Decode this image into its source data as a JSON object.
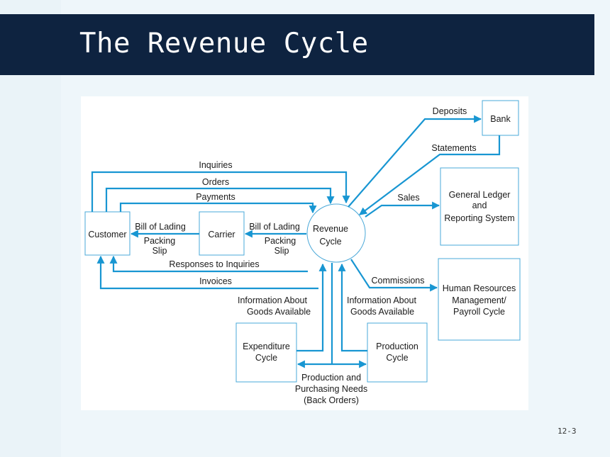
{
  "title": "The Revenue Cycle",
  "page_number": "12-3",
  "colors": {
    "arrow": "#1896d2",
    "box_border": "#4aa8d8",
    "title_bar": "#0e2340"
  },
  "diagram": {
    "nodes": {
      "customer": "Customer",
      "carrier": "Carrier",
      "revenue_line1": "Revenue",
      "revenue_line2": "Cycle",
      "bank": "Bank",
      "gl_line1": "General Ledger",
      "gl_line2": "and",
      "gl_line3": "Reporting System",
      "hr_line1": "Human Resources",
      "hr_line2": "Management/",
      "hr_line3": "Payroll Cycle",
      "expenditure_line1": "Expenditure",
      "expenditure_line2": "Cycle",
      "production_line1": "Production",
      "production_line2": "Cycle"
    },
    "flows": {
      "inquiries": "Inquiries",
      "orders": "Orders",
      "payments": "Payments",
      "bill_of_lading_1": "Bill of Lading",
      "packing_1": "Packing",
      "slip_1": "Slip",
      "bill_of_lading_2": "Bill of Lading",
      "packing_2": "Packing",
      "slip_2": "Slip",
      "responses": "Responses to Inquiries",
      "invoices": "Invoices",
      "deposits": "Deposits",
      "statements": "Statements",
      "sales": "Sales",
      "commissions": "Commissions",
      "info_left_1": "Information About",
      "info_left_2": "Goods Available",
      "info_right_1": "Information About",
      "info_right_2": "Goods Available",
      "needs_1": "Production and",
      "needs_2": "Purchasing Needs",
      "needs_3": "(Back Orders)"
    }
  }
}
